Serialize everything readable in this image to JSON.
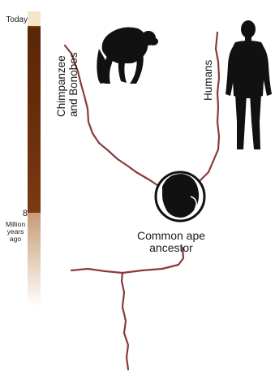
{
  "timeline": {
    "today": "Today",
    "eight": "8",
    "million": "Million",
    "years": "years",
    "ago": "ago"
  },
  "labels": {
    "chimp_line1": "Chimpanzee",
    "chimp_line2": "and Bonobos",
    "humans": "Humans",
    "ancestor_line1": "Common ape",
    "ancestor_line2": "ancestor"
  },
  "icons": {
    "chimp": "chimpanzee-silhouette-icon",
    "human": "human-silhouette-icon",
    "ancestor": "ape-head-icon"
  },
  "colors": {
    "branch": "#8a3a3c",
    "timebar_dark": "#5a2608",
    "timebar_top": "#f3e7c9",
    "silhouette": "#111111"
  }
}
